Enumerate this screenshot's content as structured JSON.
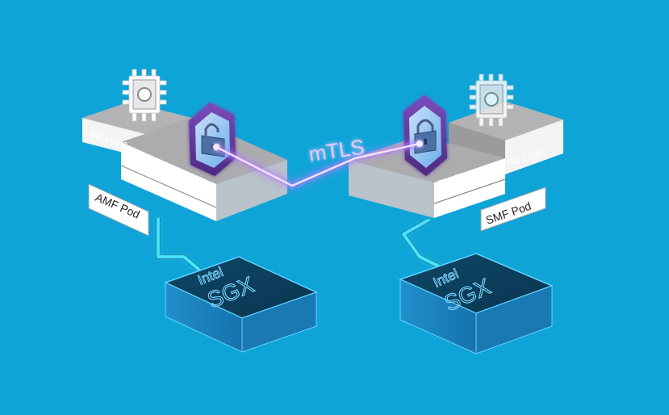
{
  "colors": {
    "background": "#0fa4d8",
    "link_glow": "#d8a4ff",
    "wire": "#49e6ff",
    "sgx_top": "#0c3f5b",
    "sgx_side": "#1d86c2",
    "shield": "#6a3ea1",
    "pod_top": "#a9a9ab",
    "pod_side": "#ffffff"
  },
  "link": {
    "label": "mTLS"
  },
  "pods": [
    {
      "name": "AMF Pod",
      "biz_logic_label": "Biz Logic",
      "proxy_label": "SM Proxy",
      "chip_icon": "cpu-chip-icon",
      "lock_icon": "lock-icon",
      "shield_icon": "shield-icon"
    },
    {
      "name": "SMF Pod",
      "biz_logic_label": "Biz Logic",
      "proxy_label": "SM Proxy",
      "chip_icon": "cpu-chip-icon",
      "lock_icon": "lock-icon",
      "shield_icon": "shield-icon"
    }
  ],
  "enclaves": [
    {
      "line1": "Intel",
      "line2": "SGX"
    },
    {
      "line1": "Intel",
      "line2": "SGX"
    }
  ]
}
